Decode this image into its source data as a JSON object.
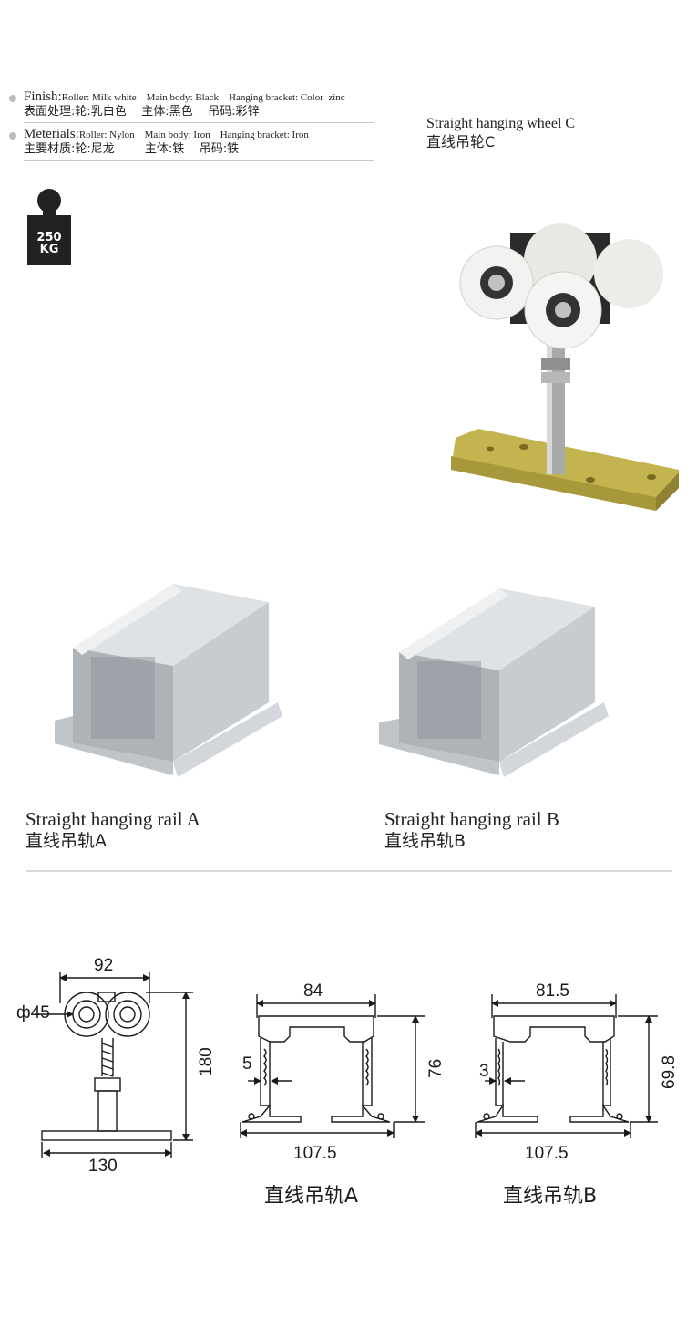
{
  "specs": {
    "finish": {
      "label": "Finish:",
      "en": "Roller: Milk white    Main body: Black    Hanging bracket: Color  zinc",
      "zh": "表面处理:轮:乳白色    主体:黑色    吊码:彩锌"
    },
    "materials": {
      "label": "Meterials:",
      "en": "Roller: Nylon    Main body: Iron    Hanging bracket: Iron",
      "zh": "主要材质:轮:尼龙        主体:铁    吊码:铁"
    }
  },
  "weight_badge": {
    "value": "250",
    "unit": "KG"
  },
  "products": {
    "wheel": {
      "name_en": "Straight hanging wheel C",
      "name_zh": "直线吊轮C"
    },
    "rail_a": {
      "name_en": "Straight hanging rail A",
      "name_zh": "直线吊轨A"
    },
    "rail_b": {
      "name_en": "Straight hanging rail B",
      "name_zh": "直线吊轨B"
    }
  },
  "diagrams": {
    "wheel": {
      "width": "92",
      "diameter": "ф45",
      "height": "180",
      "base": "130"
    },
    "rail_a": {
      "top": "84",
      "wall": "5",
      "height": "76",
      "bottom": "107.5",
      "label": "直线吊轨A"
    },
    "rail_b": {
      "top": "81.5",
      "wall": "3",
      "height": "69.8",
      "bottom": "107.5",
      "label": "直线吊轨B"
    }
  },
  "colors": {
    "aluminum": "#c9ced2",
    "nylon_white": "#f2f2f0",
    "body_black": "#2b2b2b",
    "zinc_yellow": "#c9b85a"
  }
}
